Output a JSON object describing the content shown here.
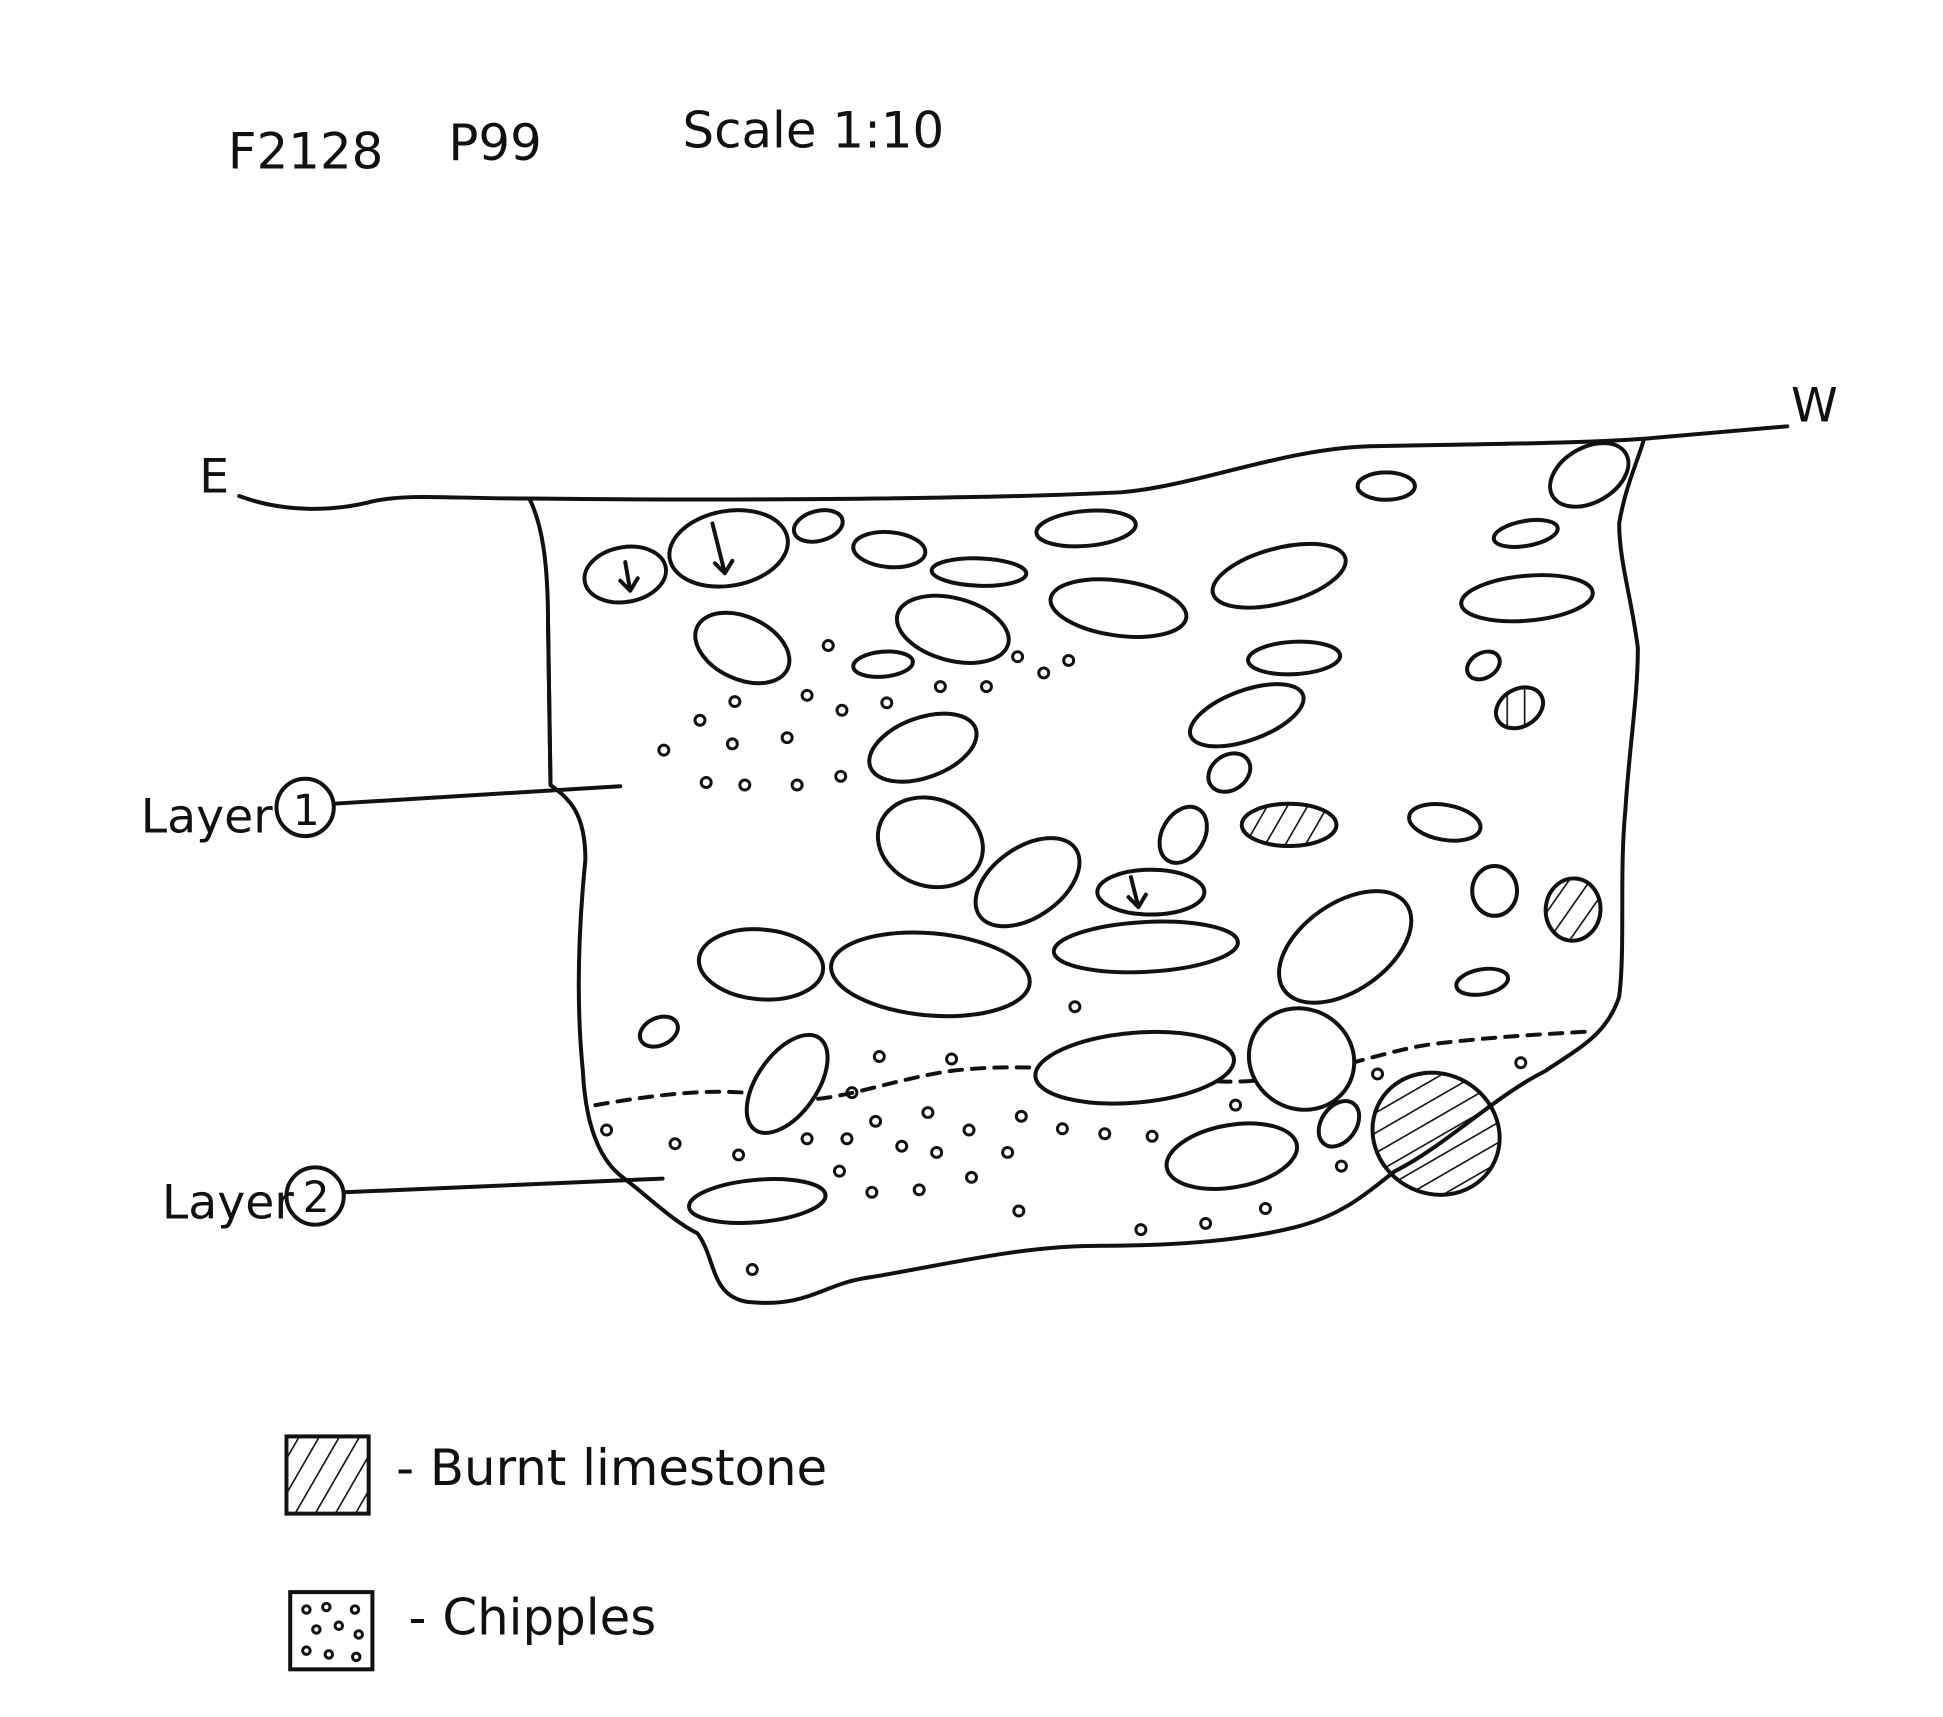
{
  "header": {
    "feature": "F2128",
    "plan": "P99",
    "scale": "Scale 1:10"
  },
  "orientation": {
    "left": "E",
    "right": "W"
  },
  "layers": [
    {
      "label": "Layer",
      "number": "1"
    },
    {
      "label": "Layer",
      "number": "2"
    }
  ],
  "legend": [
    {
      "symbol": "hatch",
      "text": "- Burnt limestone"
    },
    {
      "symbol": "dots",
      "text": "- Chipples"
    }
  ]
}
